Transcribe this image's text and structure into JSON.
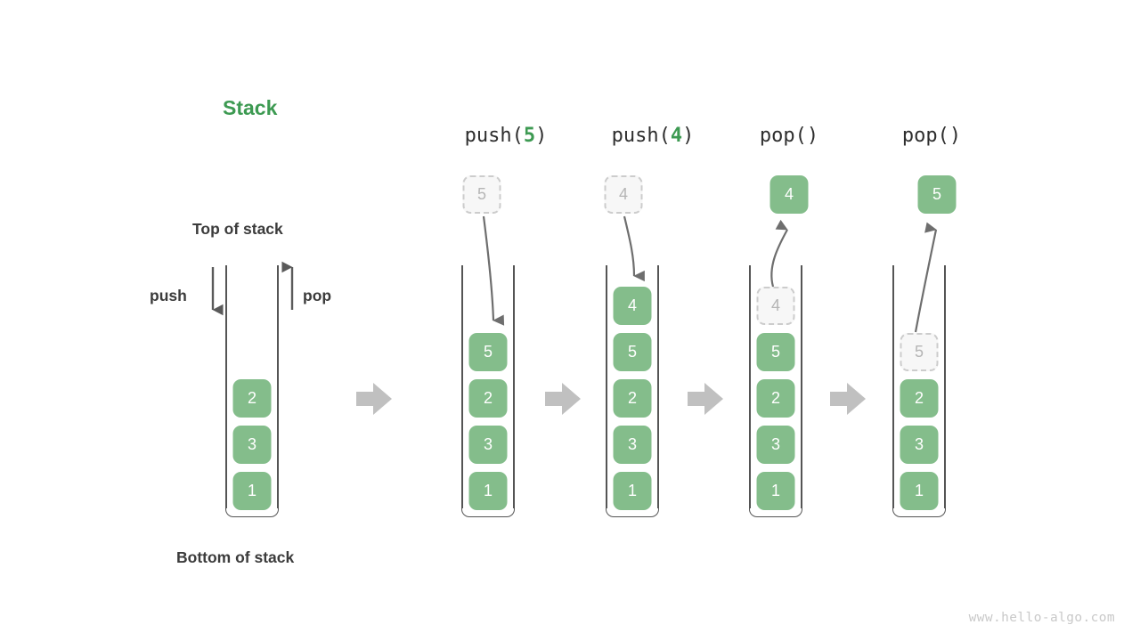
{
  "title": "Stack",
  "labels": {
    "top_of_stack": "Top of stack",
    "bottom_of_stack": "Bottom of stack",
    "push": "push",
    "pop": "pop"
  },
  "watermark": "www.hello-algo.com",
  "colors": {
    "accent_green": "#3d9a52",
    "box_green": "#84bd8b",
    "ghost_fill": "#f7f7f7",
    "ghost_border": "#cccccc",
    "ghost_text": "#b5b5b5",
    "tube_stroke": "#555555",
    "arrow_gray": "#c0c0c0",
    "connector_gray": "#6e6e6e",
    "text_dark": "#3b3b3b",
    "watermark_gray": "#c9c9c9"
  },
  "initial_stack": {
    "values": [
      "2",
      "3",
      "1"
    ]
  },
  "steps": [
    {
      "op_prefix": "push(",
      "op_arg": "5",
      "op_suffix": ")",
      "op_full": "push(5)",
      "floating_value": "5",
      "floating_style": "ghost",
      "direction": "down",
      "stack_values": [
        "5",
        "2",
        "3",
        "1"
      ],
      "ghost_index": -1
    },
    {
      "op_prefix": "push(",
      "op_arg": "4",
      "op_suffix": ")",
      "op_full": "push(4)",
      "floating_value": "4",
      "floating_style": "ghost",
      "direction": "down",
      "stack_values": [
        "4",
        "5",
        "2",
        "3",
        "1"
      ],
      "ghost_index": -1
    },
    {
      "op_prefix": "pop(",
      "op_arg": "",
      "op_suffix": ")",
      "op_full": "pop()",
      "floating_value": "4",
      "floating_style": "solid",
      "direction": "up",
      "stack_values": [
        "4",
        "5",
        "2",
        "3",
        "1"
      ],
      "ghost_index": 0
    },
    {
      "op_prefix": "pop(",
      "op_arg": "",
      "op_suffix": ")",
      "op_full": "pop()",
      "floating_value": "5",
      "floating_style": "solid",
      "direction": "up",
      "stack_values": [
        "5",
        "2",
        "3",
        "1"
      ],
      "ghost_index": 0
    }
  ],
  "flow_arrows": [
    "flow-arrow-1",
    "flow-arrow-2",
    "flow-arrow-3",
    "flow-arrow-4"
  ]
}
